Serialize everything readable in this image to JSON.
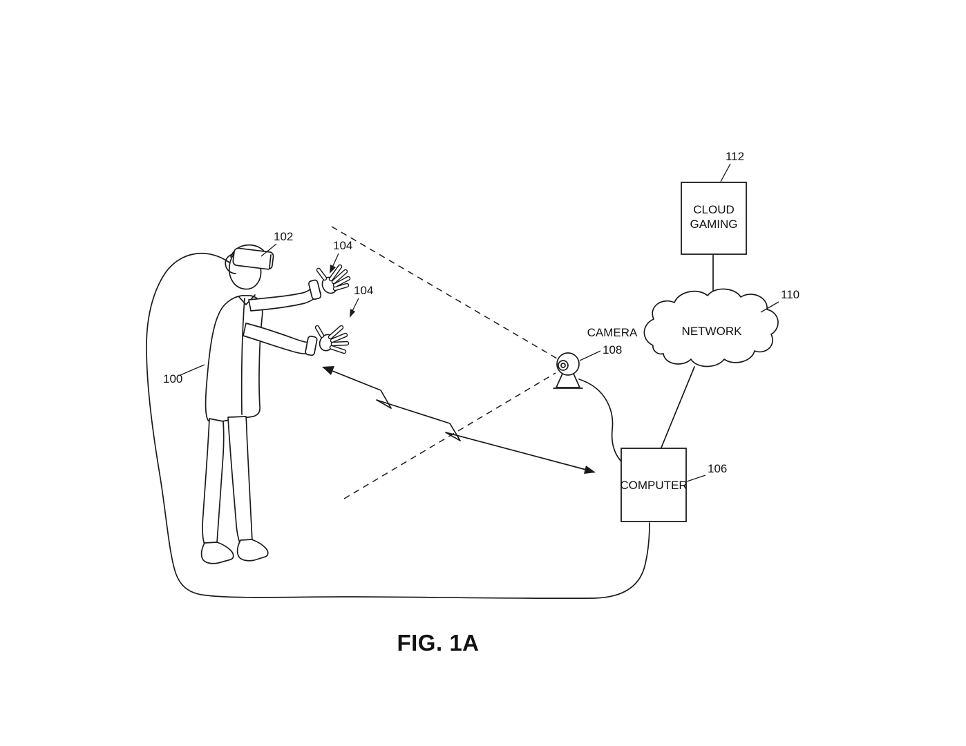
{
  "figure": {
    "caption": "FIG. 1A"
  },
  "nodes": {
    "cloud_gaming_line1": "CLOUD",
    "cloud_gaming_line2": "GAMING",
    "network": "NETWORK",
    "computer": "COMPUTER",
    "camera": "CAMERA"
  },
  "refs": {
    "system": "100",
    "hmd": "102",
    "glove_upper": "104",
    "glove_lower": "104",
    "computer": "106",
    "camera": "108",
    "network": "110",
    "cloud_gaming": "112"
  },
  "colors": {
    "line": "#1a1a1a",
    "background": "#ffffff"
  }
}
